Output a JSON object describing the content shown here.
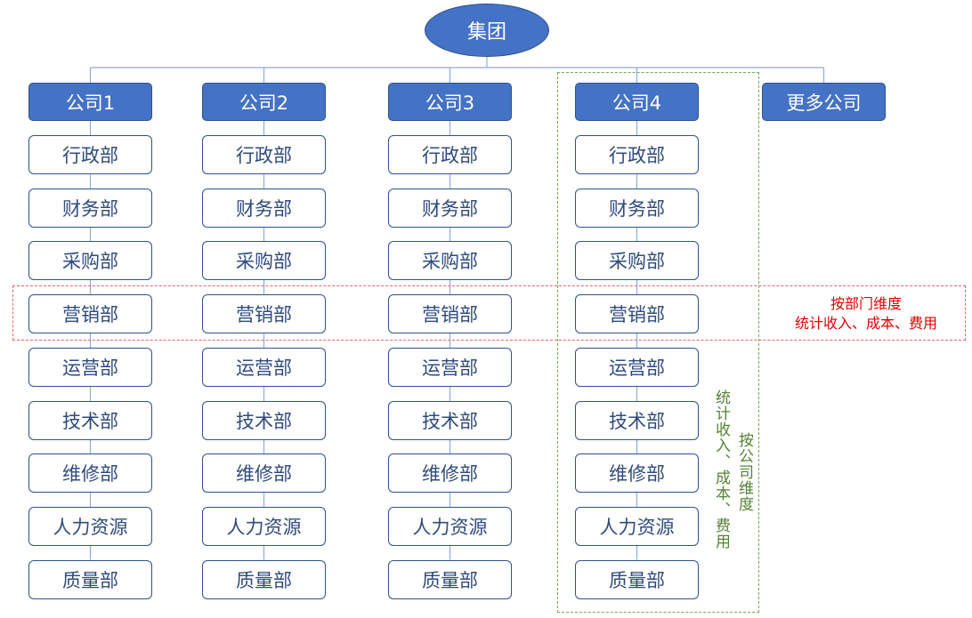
{
  "root": {
    "label": "集团"
  },
  "companies": [
    {
      "name": "公司1",
      "depts": [
        "行政部",
        "财务部",
        "采购部",
        "营销部",
        "运营部",
        "技术部",
        "维修部",
        "人力资源",
        "质量部"
      ]
    },
    {
      "name": "公司2",
      "depts": [
        "行政部",
        "财务部",
        "采购部",
        "营销部",
        "运营部",
        "技术部",
        "维修部",
        "人力资源",
        "质量部"
      ]
    },
    {
      "name": "公司3",
      "depts": [
        "行政部",
        "财务部",
        "采购部",
        "营销部",
        "运营部",
        "技术部",
        "维修部",
        "人力资源",
        "质量部"
      ]
    },
    {
      "name": "公司4",
      "depts": [
        "行政部",
        "财务部",
        "采购部",
        "营销部",
        "运营部",
        "技术部",
        "维修部",
        "人力资源",
        "质量部"
      ]
    },
    {
      "name": "更多公司",
      "depts": []
    }
  ],
  "annotations": {
    "dept_dimension": {
      "line1": "按部门维度",
      "line2": "统计收入、成本、费用",
      "color": "#e00000"
    },
    "company_dimension": {
      "line1": "按公司维度",
      "line2": "统计收入、成本、费用",
      "color": "#548235"
    }
  },
  "colors": {
    "fill": "#4472c4",
    "border": "#2f528f",
    "dept_text": "#2f4b7c",
    "connector": "#8faadc"
  }
}
